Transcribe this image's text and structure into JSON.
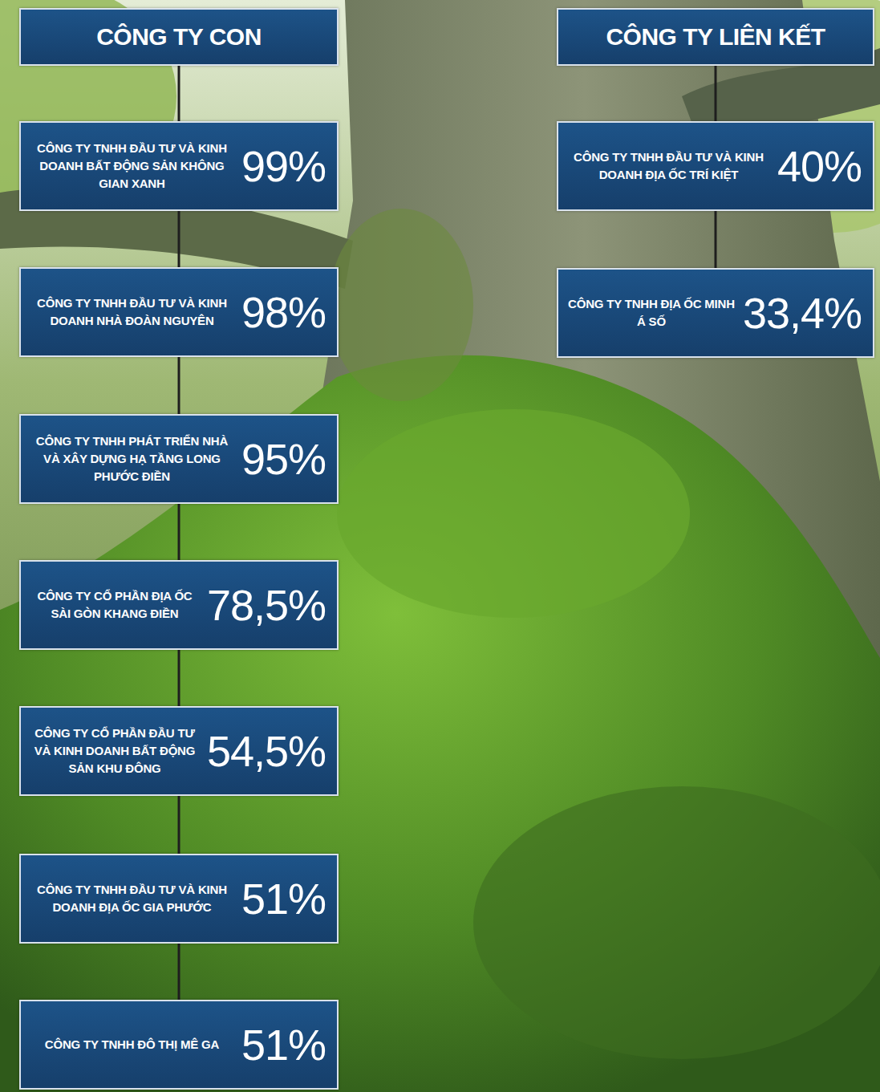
{
  "diagram": {
    "nodes": [
      {
        "text": [
          "CÔNG TY CON"
        ]
      },
      {
        "text": [
          "CÔNG TY TNHH ĐẦU TƯ VÀ KINH DOANH BẤT ĐỘNG SẢN KHÔNG GIAN XANH",
          "99%"
        ]
      },
      {
        "text": [
          "CÔNG TY TNHH ĐẦU TƯ VÀ KINH DOANH NHÀ ĐOÀN NGUYÊN",
          "98%"
        ]
      },
      {
        "text": [
          "CÔNG TY TNHH PHÁT TRIỂN NHÀ VÀ XÂY DỰNG HẠ TẦNG LONG PHƯỚC ĐIỀN",
          "95%"
        ]
      },
      {
        "text": [
          "CÔNG TY CỔ PHẦN ĐỊA ỐC SÀI GÒN KHANG ĐIỀN",
          "78,5%"
        ]
      },
      {
        "text": [
          "CÔNG TY CỔ PHẦN ĐẦU TƯ VÀ KINH DOANH BẤT ĐỘNG SẢN KHU ĐÔNG",
          "54,5%"
        ]
      },
      {
        "text": [
          "CÔNG TY TNHH ĐẦU TƯ VÀ KINH DOANH ĐỊA ỐC GIA PHƯỚC",
          "51%"
        ]
      },
      {
        "text": [
          "CÔNG TY TNHH ĐÔ THỊ MÊ GA",
          "51%"
        ]
      },
      {
        "text": [
          "CÔNG TY LIÊN KẾT"
        ]
      },
      {
        "text": [
          "CÔNG TY TNHH ĐẦU TƯ VÀ KINH DOANH ĐỊA ỐC TRÍ KIỆT",
          "40%"
        ]
      },
      {
        "text": [
          "CÔNG TY TNHH ĐỊA ỐC MINH Á SỐ",
          "33,4%"
        ]
      }
    ],
    "edges": [
      {
        "from": 0,
        "to": 1,
        "arrow": "none"
      },
      {
        "from": 1,
        "to": 2,
        "arrow": "none"
      },
      {
        "from": 2,
        "to": 3,
        "arrow": "none"
      },
      {
        "from": 3,
        "to": 4,
        "arrow": "none"
      },
      {
        "from": 4,
        "to": 5,
        "arrow": "none"
      },
      {
        "from": 5,
        "to": 6,
        "arrow": "none"
      },
      {
        "from": 6,
        "to": 7,
        "arrow": "none"
      },
      {
        "from": 8,
        "to": 9,
        "arrow": "none"
      },
      {
        "from": 9,
        "to": 10,
        "arrow": "none"
      }
    ]
  }
}
